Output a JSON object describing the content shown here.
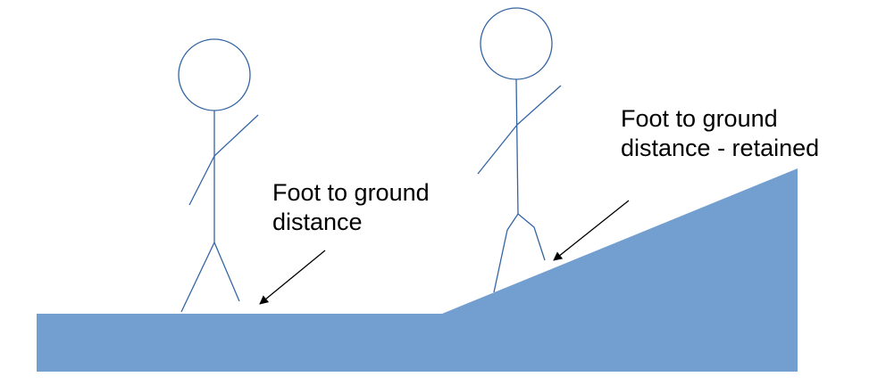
{
  "colors": {
    "ground": "#729fcf",
    "figure_stroke": "#3465a4",
    "arrow": "#000000",
    "text": "#000000",
    "background": "#ffffff"
  },
  "labels": {
    "flat": {
      "line1": "Foot to ground",
      "line2": "distance"
    },
    "slope": {
      "line1": "Foot to ground",
      "line2": "distance - retained"
    }
  }
}
